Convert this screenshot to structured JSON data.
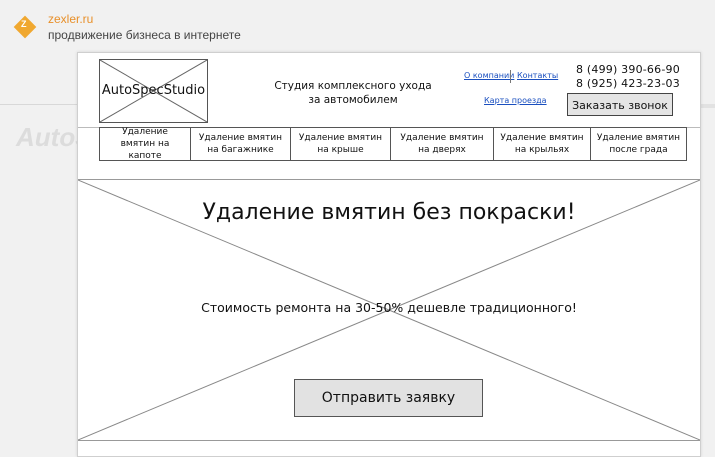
{
  "brand": {
    "logo_letter": "Z",
    "name": "zexler.ru",
    "tagline": "продвижение бизнеса в интернете",
    "ghost_text": "AutoS",
    "accent": "#f0a830"
  },
  "site": {
    "logo_text": "AutoSpecStudio",
    "slogan": "Студия комплексного ухода за автомобилем",
    "links": {
      "about": "О компании",
      "contacts": "Контакты",
      "directions": "Карта проезда"
    },
    "phones": [
      "8 (499) 390-66-90",
      "8 (925) 423-23-03"
    ],
    "call_button": "Заказать звонок",
    "menu": [
      "Удаление вмятин на капоте",
      "Удаление вмятин на багажнике",
      "Удаление вмятин на крыше",
      "Удаление вмятин на дверях",
      "Удаление вмятин на крыльях",
      "Удаление вмятин после града"
    ],
    "hero": {
      "title": "Удаление вмятин без покраски!",
      "subtitle": "Стоимость ремонта на 30-50% дешевле традиционного!",
      "button": "Отправить заявку"
    }
  }
}
